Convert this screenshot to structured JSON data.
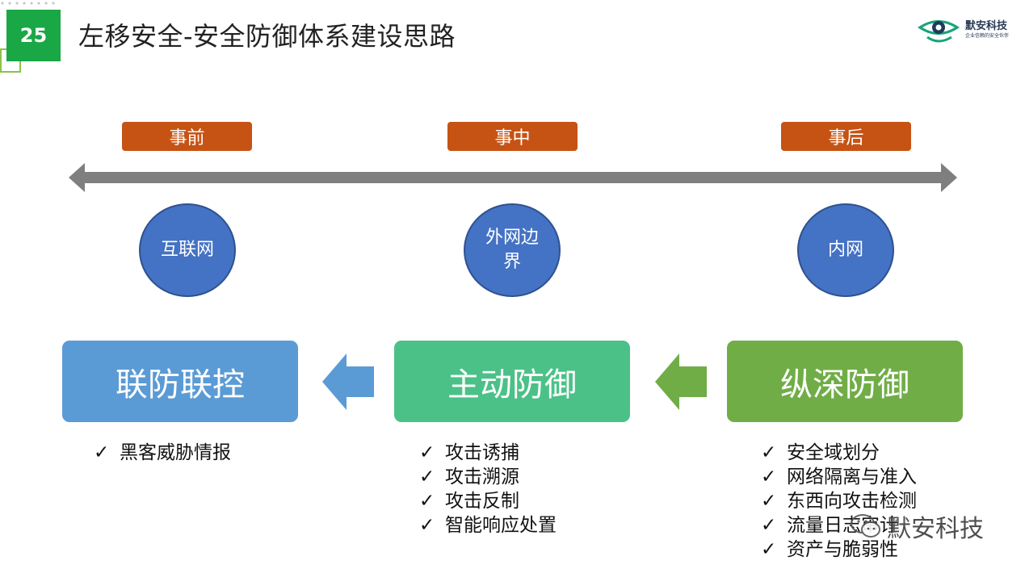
{
  "slide": {
    "page_number": "25",
    "title": "左移安全-安全防御体系建设思路"
  },
  "logo": {
    "name": "默安科技",
    "tagline": "企业信赖的安全伙伴"
  },
  "phases": [
    "事前",
    "事中",
    "事后"
  ],
  "zones": [
    "互联网",
    "外网边界",
    "内网"
  ],
  "strategies": [
    {
      "label": "联防联控",
      "color": "#5b9bd5"
    },
    {
      "label": "主动防御",
      "color": "#4bc188"
    },
    {
      "label": "纵深防御",
      "color": "#70ad47"
    }
  ],
  "measures": {
    "joint": [
      "黑客威胁情报"
    ],
    "active": [
      "攻击诱捕",
      "攻击溯源",
      "攻击反制",
      "智能响应处置"
    ],
    "depth": [
      "安全域划分",
      "网络隔离与准入",
      "东西向攻击检测",
      "流量日志审计",
      "资产与脆弱性"
    ]
  },
  "check_mark": "✓",
  "watermark": "默安科技",
  "colors": {
    "page_number_bg": "#1aa745",
    "phase_tag": "#c65314",
    "timeline": "#7f7f7f",
    "zone": "#4472c4"
  }
}
